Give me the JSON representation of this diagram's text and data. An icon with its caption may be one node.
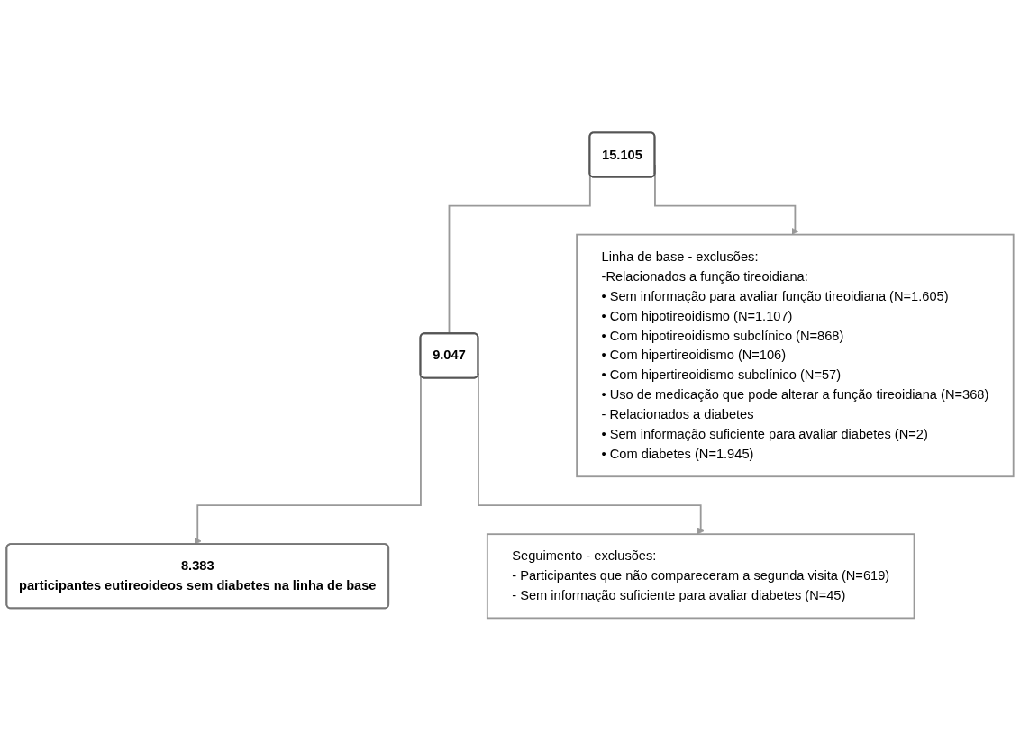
{
  "diagram": {
    "nodes": [
      {
        "text": [
          "15.105"
        ]
      },
      {
        "text": [
          "Linha de base - exclusões:",
          "-Relacionados a função tireoidiana:",
          "• Sem informação para avaliar função tireoidiana (N=1.605)",
          "• Com hipotireoidismo (N=1.107)",
          "• Com hipotireoidismo subclínico (N=868)",
          "• Com hipertireoidismo (N=106)",
          "• Com hipertireoidismo subclínico (N=57)",
          "• Uso de medicação que pode alterar a função tireoidiana (N=368)",
          "- Relacionados a diabetes",
          "• Sem informação suficiente para avaliar diabetes (N=2)",
          "• Com diabetes (N=1.945)"
        ]
      },
      {
        "text": [
          "9.047"
        ]
      },
      {
        "text": [
          "Seguimento - exclusões:",
          "- Participantes que não compareceram a segunda visita (N=619)",
          "- Sem informação suficiente para avaliar diabetes (N=45)"
        ]
      },
      {
        "text": [
          "8.383",
          "participantes eutireoideos sem diabetes na linha de base"
        ]
      }
    ],
    "edges": [
      {
        "from": 0,
        "to": 2,
        "arrow": "none"
      },
      {
        "from": 0,
        "to": 1,
        "arrow": "to"
      },
      {
        "from": 2,
        "to": 4,
        "arrow": "to"
      },
      {
        "from": 2,
        "to": 3,
        "arrow": "to"
      }
    ]
  }
}
